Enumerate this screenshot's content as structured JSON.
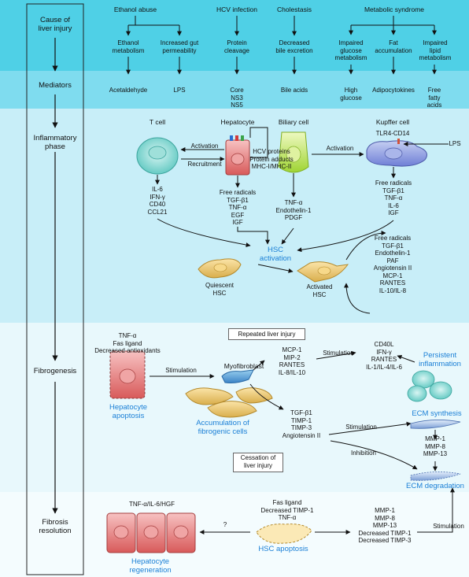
{
  "sidebar": {
    "cause": "Cause of\nliver injury",
    "mediators": "Mediators",
    "inflammatory": "Inflammatory\nphase",
    "fibrogenesis": "Fibrogenesis",
    "resolution": "Fibrosis\nresolution"
  },
  "causes": {
    "ethanol": "Ethanol abuse",
    "hcv": "HCV infection",
    "cholestasis": "Cholestasis",
    "metabolic": "Metabolic syndrome"
  },
  "processes": {
    "eth_metab": "Ethanol\nmetabolism",
    "gut_perm": "Increased gut\npermeability",
    "protein_cleavage": "Protein\ncleavage",
    "bile_excretion": "Decreased\nbile excretion",
    "glucose_metab": "Impaired\nglucose\nmetabolism",
    "fat_accum": "Fat\naccumulation",
    "lipid_metab": "Impaired\nlipid\nmetabolism"
  },
  "mediators": {
    "acetaldehyde": "Acetaldehyde",
    "lps": "LPS",
    "core": "Core\nNS3\nNS5",
    "bile_acids": "Bile acids",
    "high_glucose": "High\nglucose",
    "adipocytokines": "Adipocytokines",
    "ffa": "Free\nfatty\nacids"
  },
  "inflammatory": {
    "tcell": "T cell",
    "hepatocyte": "Hepatocyte",
    "biliary": "Biliary cell",
    "kupffer": "Kupffer cell",
    "tlr": "TLR4-CD14",
    "lps": "LPS",
    "activation1": "Activation",
    "recruitment": "Recruitment",
    "activation2": "Activation",
    "hcv_proteins": "HCV proteins\nProtein adducts\nMHC-I/MHC-II",
    "tcell_mediators": "IL-6\nIFN-γ\nCD40\nCCL21",
    "hep_mediators": "Free radicals\nTGF-β1\nTNF-α\nEGF\nIGF",
    "biliary_mediators": "TNF-α\nEndothelin-1\nPDGF",
    "kupffer_mediators": "Free radicals\nTGF-β1\nTNF-α\nIL-6\nIGF",
    "hsc_activation": "HSC\nactivation",
    "quiescent": "Quiescent\nHSC",
    "activated": "Activated\nHSC",
    "activated_mediators": "Free radicals\nTGF-β1\nEndothelin-1\nPAF\nAngiotensin II\nMCP-1\nRANTES\nIL-10/IL-8"
  },
  "fibrogenesis": {
    "apoptosis_inducers": "TNF-α\nFas ligand\nDecreased antioxidants",
    "stimulation1": "Stimulation",
    "hep_apoptosis": "Hepatocyte\napoptosis",
    "repeated": "Repeated liver injury",
    "myofibroblast": "Myofibroblast",
    "accumulation": "Accumulation of\nfibrogenic cells",
    "myo_mediators": "MCP-1\nMIP-2\nRANTES\nIL-8/IL-10",
    "stimulation2": "Stimulation",
    "inflam_mediators": "CD40L\nIFN-γ\nRANTES\nIL-1/IL-4/IL-6",
    "persistent": "Persistent\ninflammation",
    "ecm_synthesis": "ECM synthesis",
    "fib_mediators": "TGF-β1\nTIMP-1\nTIMP-3\nAngiotensin II",
    "stimulation3": "Stimulation",
    "inhibition": "Inhibition",
    "mmps": "MMP-1\nMMP-8\nMMP-13",
    "cessation": "Cessation of\nliver injury",
    "ecm_degradation": "ECM degradation"
  },
  "resolution": {
    "tnf_il6": "TNF-α/IL-6/HGF",
    "question": "?",
    "fas_list": "Fas ligand\nDecreased TIMP-1\nTNF-α",
    "hep_regen": "Hepatocyte\nregeneration",
    "hsc_apoptosis": "HSC apoptosis",
    "mmp_list": "MMP-1\nMMP-8\nMMP-13\nDecreased TIMP-1\nDecreased TIMP-3",
    "stimulation": "Stimulation"
  },
  "colors": {
    "band_cause": "#4fd0e6",
    "band_mediators": "#7fdcef",
    "band_inflammatory": "#c8eef8",
    "band_fibrogenesis": "#e8f8fc",
    "accent_blue": "#1a7fd6"
  }
}
